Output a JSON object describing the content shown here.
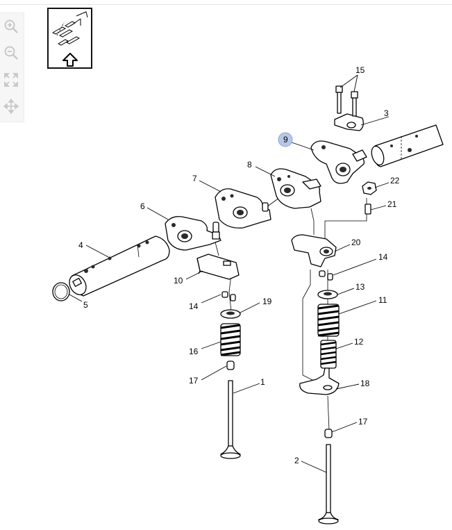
{
  "toolbar": {
    "tools": [
      {
        "name": "zoom-in",
        "icon": "zoom-in-icon"
      },
      {
        "name": "zoom-out",
        "icon": "zoom-out-icon"
      },
      {
        "name": "fit-to-screen",
        "icon": "expand-icon"
      },
      {
        "name": "pan",
        "icon": "move-icon"
      }
    ],
    "icon_color": "#c8c8c8"
  },
  "thumbnail": {
    "icon": "arrow-up-icon"
  },
  "callouts": {
    "c1": "1",
    "c2": "2",
    "c3": "3",
    "c4": "4",
    "c5": "5",
    "c6": "6",
    "c7": "7",
    "c8": "8",
    "c9": "9",
    "c10": "10",
    "c11": "11",
    "c12": "12",
    "c13": "13",
    "c14a": "14",
    "c14b": "14",
    "c15": "15",
    "c16": "16",
    "c17a": "17",
    "c17b": "17",
    "c18": "18",
    "c19": "19",
    "c20": "20",
    "c21": "21",
    "c22": "22"
  },
  "highlight": {
    "callout": "9",
    "color": "#b9c7e6"
  }
}
